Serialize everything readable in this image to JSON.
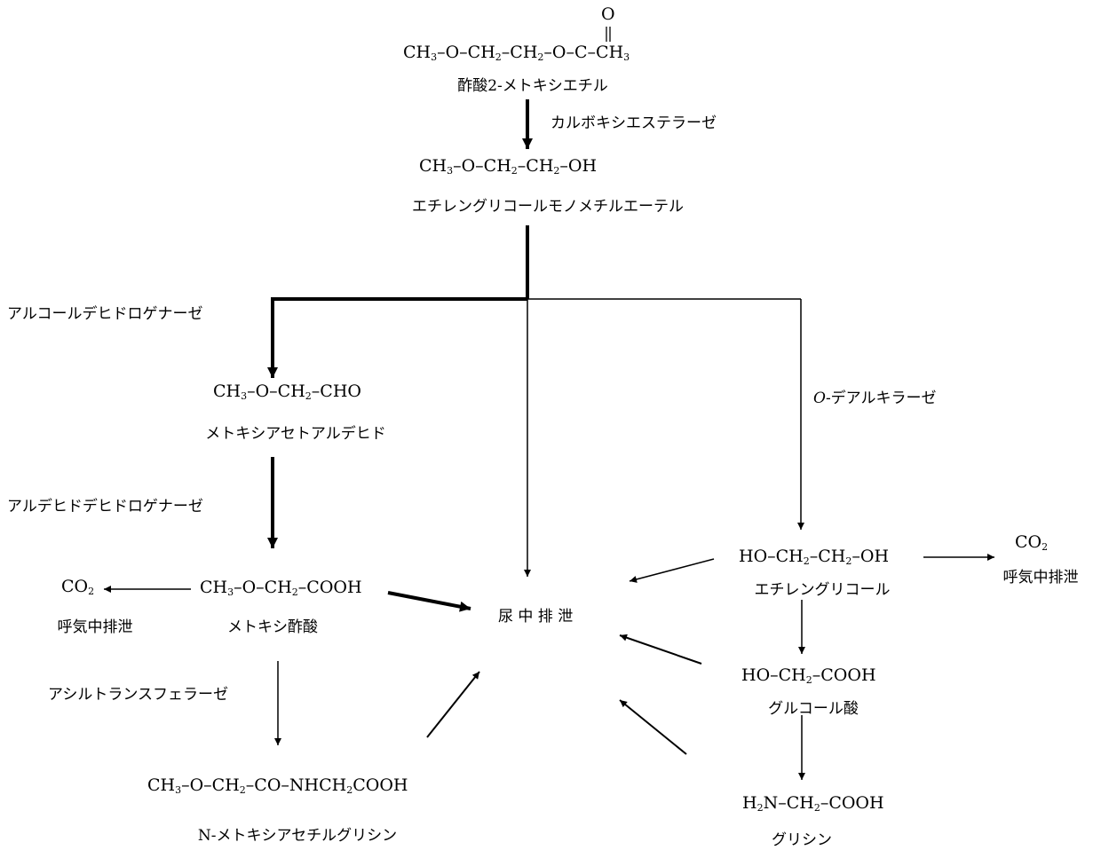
{
  "compounds": {
    "ester_formula_parts": [
      "CH",
      "3",
      "–O–CH",
      "2",
      "–CH",
      "2",
      "–O–",
      "C",
      "–CH",
      "3"
    ],
    "ester_carbonyl_o": "O",
    "ester_name": "酢酸2-メトキシエチル",
    "egme_formula_parts": [
      "CH",
      "3",
      "–O–CH",
      "2",
      "–CH",
      "2",
      "–OH"
    ],
    "egme_name": "エチレングリコールモノメチルエーテル",
    "mald_formula_parts": [
      "CH",
      "3",
      "–O–CH",
      "2",
      "–CHO"
    ],
    "mald_name": "メトキシアセトアルデヒド",
    "maa_formula_parts": [
      "CH",
      "3",
      "–O–CH",
      "2",
      "–COOH"
    ],
    "maa_name": "メトキシ酢酸",
    "mag_formula_parts": [
      "CH",
      "3",
      "–O–CH",
      "2",
      "–CO–NHCH",
      "2",
      "COOH"
    ],
    "mag_name": "N-メトキシアセチルグリシン",
    "eg_formula_parts": [
      "HO–CH",
      "2",
      "–CH",
      "2",
      "–OH"
    ],
    "eg_name": "エチレングリコール",
    "glycolic_formula_parts": [
      "HO–CH",
      "2",
      "–COOH"
    ],
    "glycolic_name": "グルコール酸",
    "glycine_formula_parts": [
      "H",
      "2",
      "N–CH",
      "2",
      "–COOH"
    ],
    "glycine_name": "グリシン",
    "co2_left_parts": [
      "CO",
      "2"
    ],
    "exhaled_left": "呼気中排泄",
    "co2_right_parts": [
      "CO",
      "2"
    ],
    "exhaled_right": "呼気中排泄",
    "urine": "尿 中 排 泄"
  },
  "enzymes": {
    "carboxylesterase": "カルボキシエステラーゼ",
    "adh": "アルコールデヒドロゲナーゼ",
    "aldh": "アルデヒドデヒドロゲナーゼ",
    "o_dealkylase_italic": "O",
    "o_dealkylase_rest": "-デアルキラーゼ",
    "acyltransferase": "アシルトランスフェラーゼ"
  }
}
